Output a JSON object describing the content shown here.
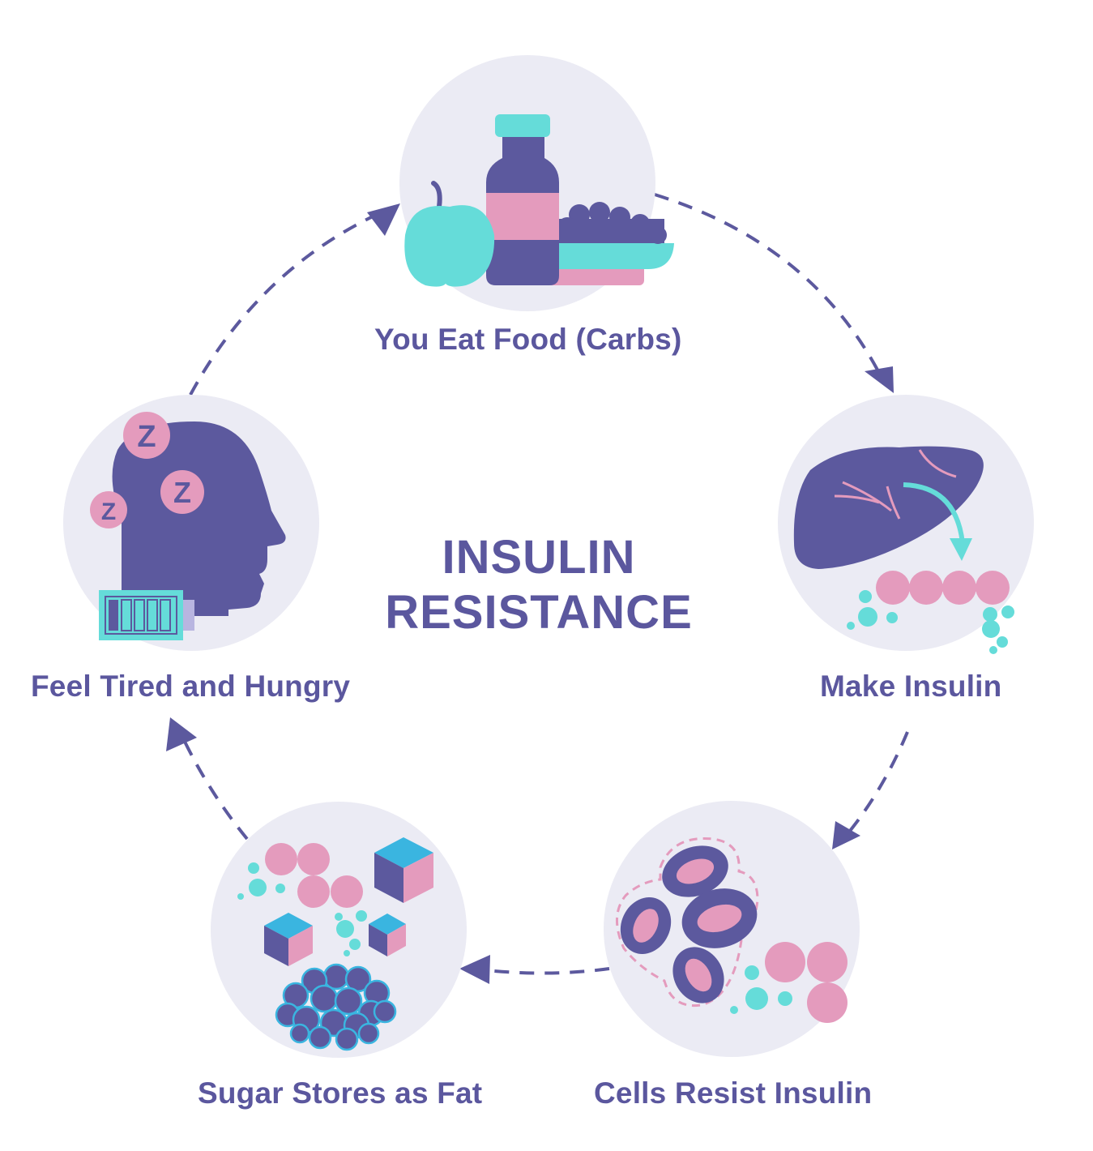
{
  "title": {
    "line1": "INSULIN",
    "line2": "RESISTANCE"
  },
  "steps": [
    {
      "label": "You Eat Food (Carbs)",
      "icon": "food-icon"
    },
    {
      "label": "Make Insulin",
      "icon": "liver-icon"
    },
    {
      "label": "Cells Resist Insulin",
      "icon": "cells-icon"
    },
    {
      "label": "Sugar Stores as Fat",
      "icon": "fat-storage-icon"
    },
    {
      "label": "Feel Tired and Hungry",
      "icon": "tired-head-icon"
    }
  ],
  "sleep_letters": [
    "Z",
    "Z",
    "Z"
  ],
  "colors": {
    "text": "#5b579e",
    "circle_bg": "#ebebf4",
    "purple": "#5c599e",
    "pink": "#e49bbd",
    "teal": "#65dcd9",
    "blue": "#3ab5e0"
  }
}
